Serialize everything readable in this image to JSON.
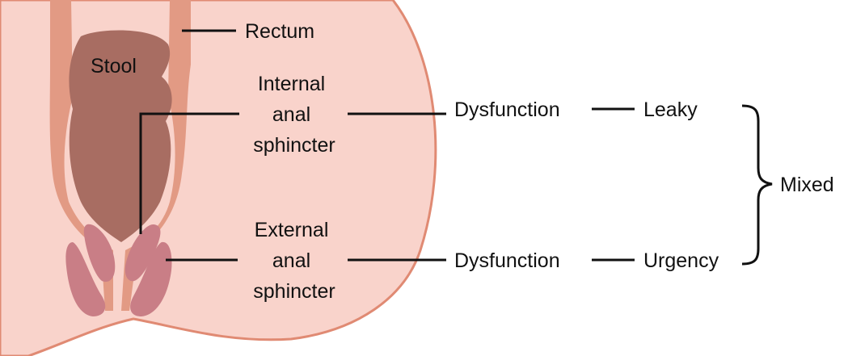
{
  "labels": {
    "rectum": "Rectum",
    "stool": "Stool",
    "internal": [
      "Internal",
      "anal",
      "sphincter"
    ],
    "external": [
      "External",
      "anal",
      "sphincter"
    ],
    "dysfunction_top": "Dysfunction",
    "dysfunction_bottom": "Dysfunction",
    "leaky": "Leaky",
    "urgency": "Urgency",
    "mixed": "Mixed"
  },
  "colors": {
    "body_fill": "#f9d3cb",
    "body_outline": "#e08a73",
    "rectum_wall": "#e29a84",
    "stool": "#a86d62",
    "sphincter": "#c97e86",
    "line": "#111111"
  }
}
